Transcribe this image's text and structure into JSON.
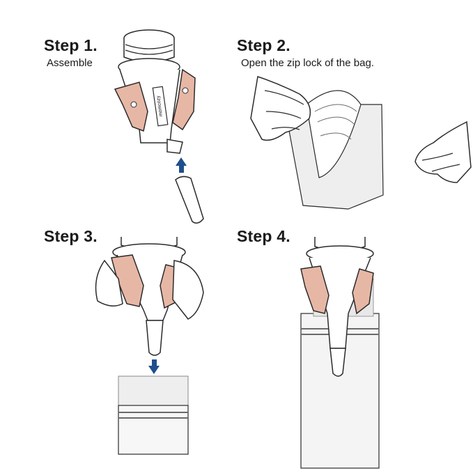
{
  "steps": [
    {
      "title": "Step 1.",
      "desc": "Assemble"
    },
    {
      "title": "Step 2.",
      "desc": "Open the zip lock of the bag."
    },
    {
      "title": "Step 3.",
      "desc": ""
    },
    {
      "title": "Step 4.",
      "desc": ""
    }
  ],
  "brand_mark": "momcozy",
  "colors": {
    "outline": "#2b2b2b",
    "clip": "#e7b7a6",
    "arrow": "#1f4e8c",
    "bag": "#eeeeee",
    "bag_stripe": "#6b6b6b"
  }
}
